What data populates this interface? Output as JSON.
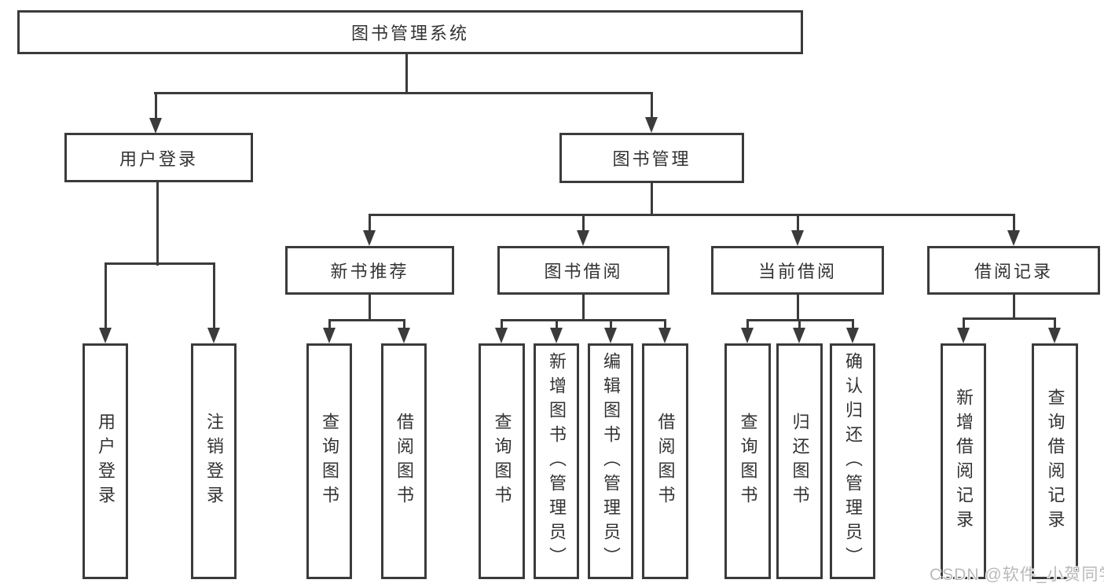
{
  "colors": {
    "line": "#3b3b3b",
    "text": "#333333",
    "watermark": "#b9b9b9",
    "background": "#ffffff"
  },
  "root": {
    "label": "图书管理系统"
  },
  "level2": {
    "user_login": {
      "label": "用户登录"
    },
    "book_mgmt": {
      "label": "图书管理"
    }
  },
  "level3": {
    "new_book": {
      "label": "新书推荐"
    },
    "borrow": {
      "label": "图书借阅"
    },
    "current": {
      "label": "当前借阅"
    },
    "records": {
      "label": "借阅记录"
    }
  },
  "level4": {
    "ul_login": {
      "label": "用户登录"
    },
    "ul_logout": {
      "label": "注销登录"
    },
    "nb_query": {
      "label": "查询图书"
    },
    "nb_borrow": {
      "label": "借阅图书"
    },
    "bb_query": {
      "label": "查询图书"
    },
    "bb_add": {
      "label": "新增图书（管理员）"
    },
    "bb_edit": {
      "label": "编辑图书（管理员）"
    },
    "bb_borrow": {
      "label": "借阅图书"
    },
    "cb_query": {
      "label": "查询图书"
    },
    "cb_return": {
      "label": "归还图书"
    },
    "cb_confirm": {
      "label": "确认归还（管理员）"
    },
    "br_add": {
      "label": "新增借阅记录"
    },
    "br_query": {
      "label": "查询借阅记录"
    }
  },
  "watermark": {
    "text": "CSDN @软件_小贺同学"
  }
}
